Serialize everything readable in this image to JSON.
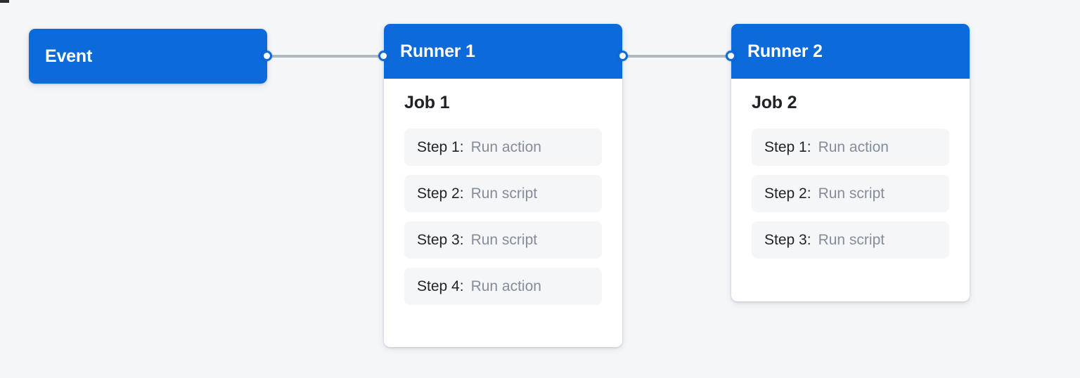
{
  "canvas": {
    "background_color": "#f5f6f8",
    "accent_color": "#0d6ada",
    "edge_color": "#b1b8c2",
    "handle_fill": "#ffffff",
    "step_background": "#f5f6f8",
    "step_label_color": "#1f2328",
    "step_value_color": "#848d99"
  },
  "nodes": {
    "event": {
      "title": "Event"
    },
    "runner1": {
      "title": "Runner 1",
      "job_title": "Job 1",
      "steps": [
        {
          "label": "Step 1:",
          "value": "Run action"
        },
        {
          "label": "Step 2:",
          "value": "Run script"
        },
        {
          "label": "Step 3:",
          "value": "Run script"
        },
        {
          "label": "Step 4:",
          "value": "Run action"
        }
      ]
    },
    "runner2": {
      "title": "Runner 2",
      "job_title": "Job 2",
      "steps": [
        {
          "label": "Step 1:",
          "value": "Run action"
        },
        {
          "label": "Step 2:",
          "value": "Run script"
        },
        {
          "label": "Step 3:",
          "value": "Run script"
        }
      ]
    }
  },
  "edges": [
    {
      "from": "event",
      "to": "runner1"
    },
    {
      "from": "runner1",
      "to": "runner2"
    }
  ]
}
